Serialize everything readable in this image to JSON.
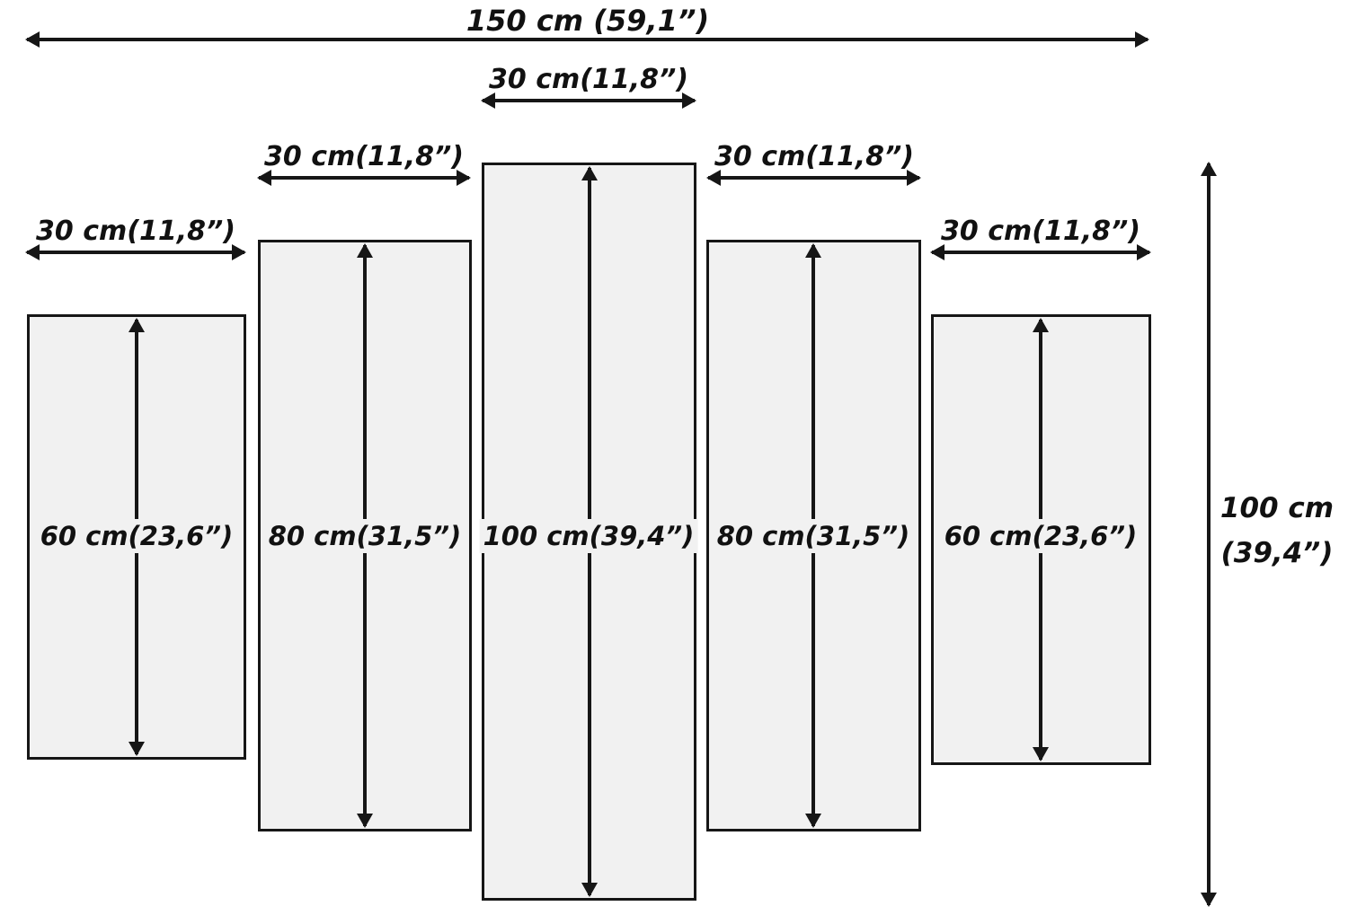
{
  "diagram": {
    "title": "five-panel canvas size diagram",
    "total_width_label": "150 cm (59,1”)",
    "total_height_label_line1": "100 cm",
    "total_height_label_line2": "(39,4”)",
    "panels": [
      {
        "width_label": "30 cm(11,8”)",
        "height_label": "60 cm(23,6”)"
      },
      {
        "width_label": "30 cm(11,8”)",
        "height_label": "80 cm(31,5”)"
      },
      {
        "width_label": "30 cm(11,8”)",
        "height_label": "100 cm(39,4”)"
      },
      {
        "width_label": "30 cm(11,8”)",
        "height_label": "80 cm(31,5”)"
      },
      {
        "width_label": "30 cm(11,8”)",
        "height_label": "60 cm(23,6”)"
      }
    ],
    "colors": {
      "background": "#ffffff",
      "panel_fill": "#f1f1f1",
      "line": "#161616",
      "text": "#111111"
    }
  }
}
